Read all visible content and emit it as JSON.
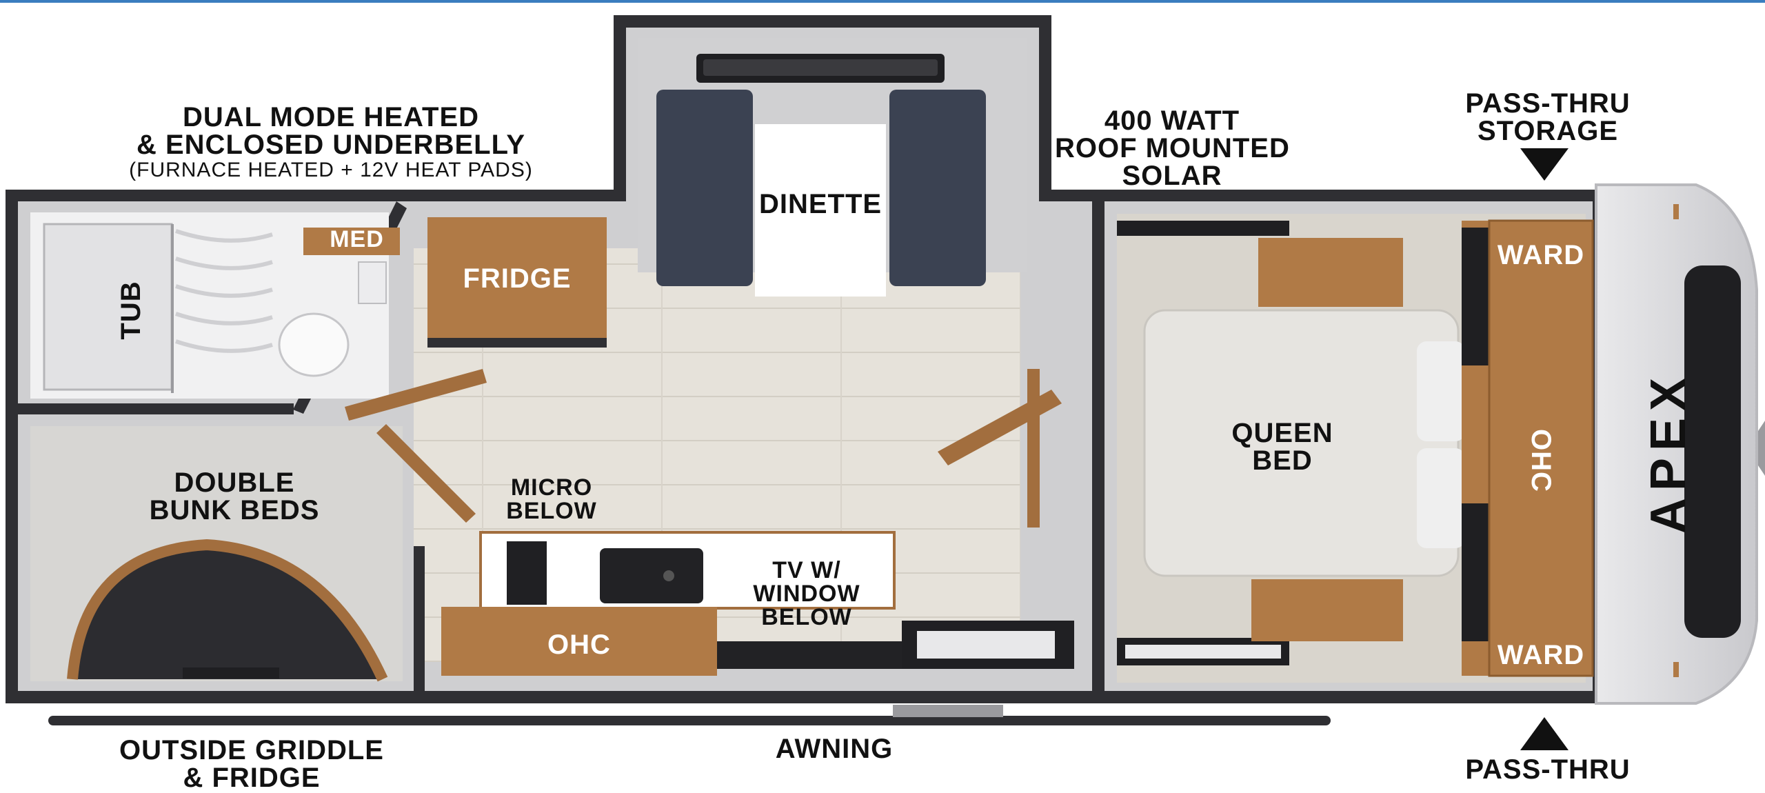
{
  "labels": {
    "underbelly_line1": "DUAL MODE HEATED",
    "underbelly_line2": "& ENCLOSED UNDERBELLY",
    "underbelly_line3": "(FURNACE HEATED + 12V HEAT PADS)",
    "solar_line1": "400 WATT",
    "solar_line2": "ROOF MOUNTED",
    "solar_line3": "SOLAR",
    "storage_top_line1": "PASS-THRU",
    "storage_top_line2": "STORAGE",
    "storage_bottom_line1": "PASS-THRU",
    "dinette": "DINETTE",
    "fridge": "FRIDGE",
    "med": "MED",
    "tub": "TUB",
    "bunk_line1": "DOUBLE",
    "bunk_line2": "BUNK BEDS",
    "micro_line1": "MICRO",
    "micro_line2": "BELOW",
    "tv_line1": "TV W/",
    "tv_line2": "WINDOW",
    "tv_line3": "BELOW",
    "ohc_kitchen": "OHC",
    "queen_line1": "QUEEN",
    "queen_line2": "BED",
    "ward_top": "WARD",
    "ward_bottom": "WARD",
    "ohc_bedroom": "OHC",
    "brand": "APEX",
    "griddle_line1": "OUTSIDE GRIDDLE",
    "griddle_line2": "& FRIDGE",
    "awning": "AWNING"
  },
  "colors": {
    "wall": "#2f2f33",
    "floor": "#e4e0d8",
    "room": "#cfcfd1",
    "cabinet": "#b07a46",
    "cushion": "#3b4252",
    "accent": "#3a7dbf"
  }
}
